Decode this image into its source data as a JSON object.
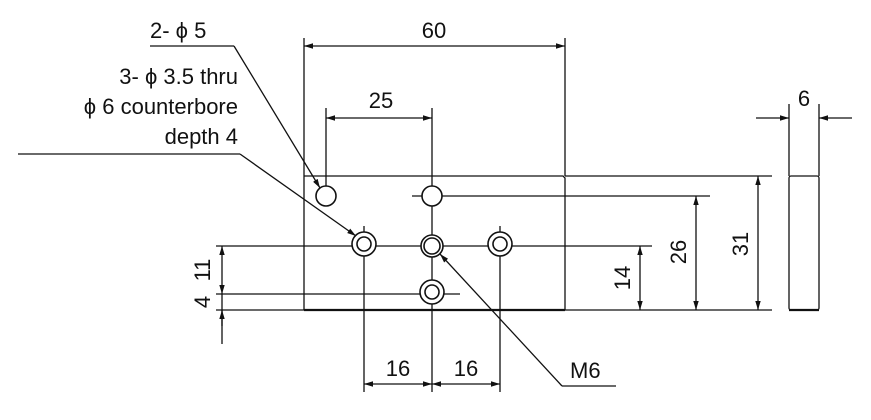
{
  "drawing": {
    "callouts": {
      "holes_2": "2- ϕ 5",
      "holes_3_line1": "3- ϕ 3.5 thru",
      "holes_3_line2": "ϕ 6 counterbore",
      "holes_3_line3": "depth 4",
      "tapped": "M6"
    },
    "dimensions": {
      "width": "60",
      "hole_offset": "25",
      "thickness": "6",
      "height": "31",
      "hole_row_26": "26",
      "hole_row_14": "14",
      "left_11": "11",
      "left_4": "4",
      "spacing_left": "16",
      "spacing_right": "16"
    }
  }
}
